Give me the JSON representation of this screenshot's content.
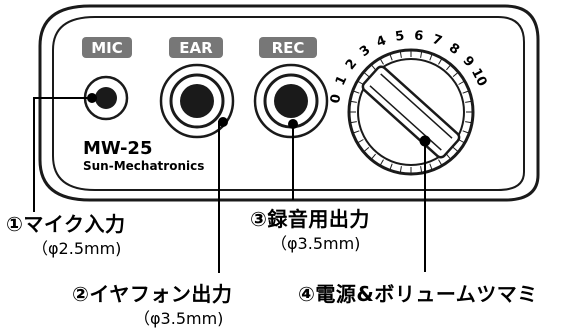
{
  "device": {
    "jacks": {
      "mic_label": "MIC",
      "ear_label": "EAR",
      "rec_label": "REC"
    },
    "model_name": "MW-25",
    "brand_name": "Sun-Mechatronics",
    "dial_scale": [
      "0",
      "1",
      "2",
      "3",
      "4",
      "5",
      "6",
      "7",
      "8",
      "9",
      "10"
    ]
  },
  "callouts": {
    "mic": {
      "title": "①マイク入力",
      "spec": "（φ2.5mm)"
    },
    "earphone": {
      "title": "②イヤフォン出力",
      "spec": "（φ3.5mm)"
    },
    "rec": {
      "title": "③録音用出力",
      "spec": "（φ3.5mm)"
    },
    "power": {
      "title": "④電源&ボリュームツマミ"
    }
  },
  "colors": {
    "panel_outline": "#1a1a1a",
    "label_badge": "#777777",
    "label_text": "#ffffff",
    "ink": "#000000"
  }
}
